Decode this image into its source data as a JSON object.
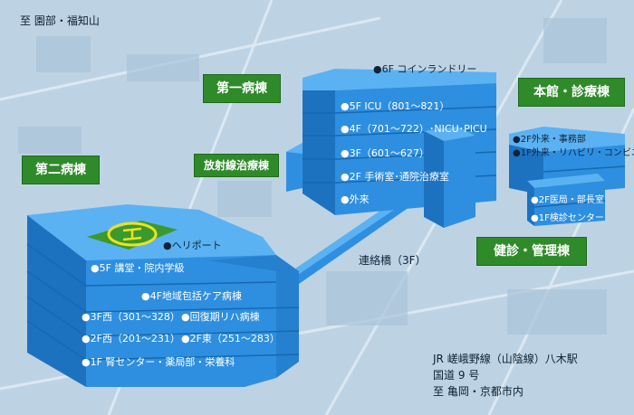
{
  "corner_top_left": "至 園部・福知山",
  "buildings": {
    "daiichi": {
      "name": "第一病棟",
      "floors": [
        "●6F コインランドリー",
        "●5F ICU（801〜821）",
        "●4F（701〜722）･NICU･PICU",
        "●3F（601〜627）",
        "●2F 手術室･通院治療室",
        "●外来"
      ]
    },
    "daini": {
      "name": "第二病棟",
      "floors": [
        "●ヘリポート",
        "●5F 講堂・院内学級",
        "●4F地域包括ケア病棟",
        "●3F西（301〜328）",
        "●回復期リハ病棟",
        "●2F西（201〜231）",
        "●2F東（251〜283）",
        "●1F 腎センター・薬局部・栄養科"
      ]
    },
    "honkan": {
      "name": "本館・診療棟",
      "floors": [
        "●2F外来・事務部",
        "●1F外来・リハビリ・コンビニ"
      ]
    },
    "kenshin": {
      "name": "健診・管理棟",
      "floors": [
        "●2F医局・部長室",
        "●1F検診センター"
      ]
    },
    "radiation": {
      "name": "放射線治療棟"
    },
    "bridge": {
      "label": "連絡橋（3F）"
    }
  },
  "route_lines": [
    "JR 嵯峨野線（山陰線）八木駅",
    "国道 9 号",
    "至 亀岡・京都市内"
  ],
  "colors": {
    "face": "#2e8fe0",
    "top": "#5ab2f2",
    "side": "#1d72c0",
    "label_green": "#2f8a2a",
    "helipad": "#3a9a2e",
    "helipad_mark": "#f0e020"
  }
}
